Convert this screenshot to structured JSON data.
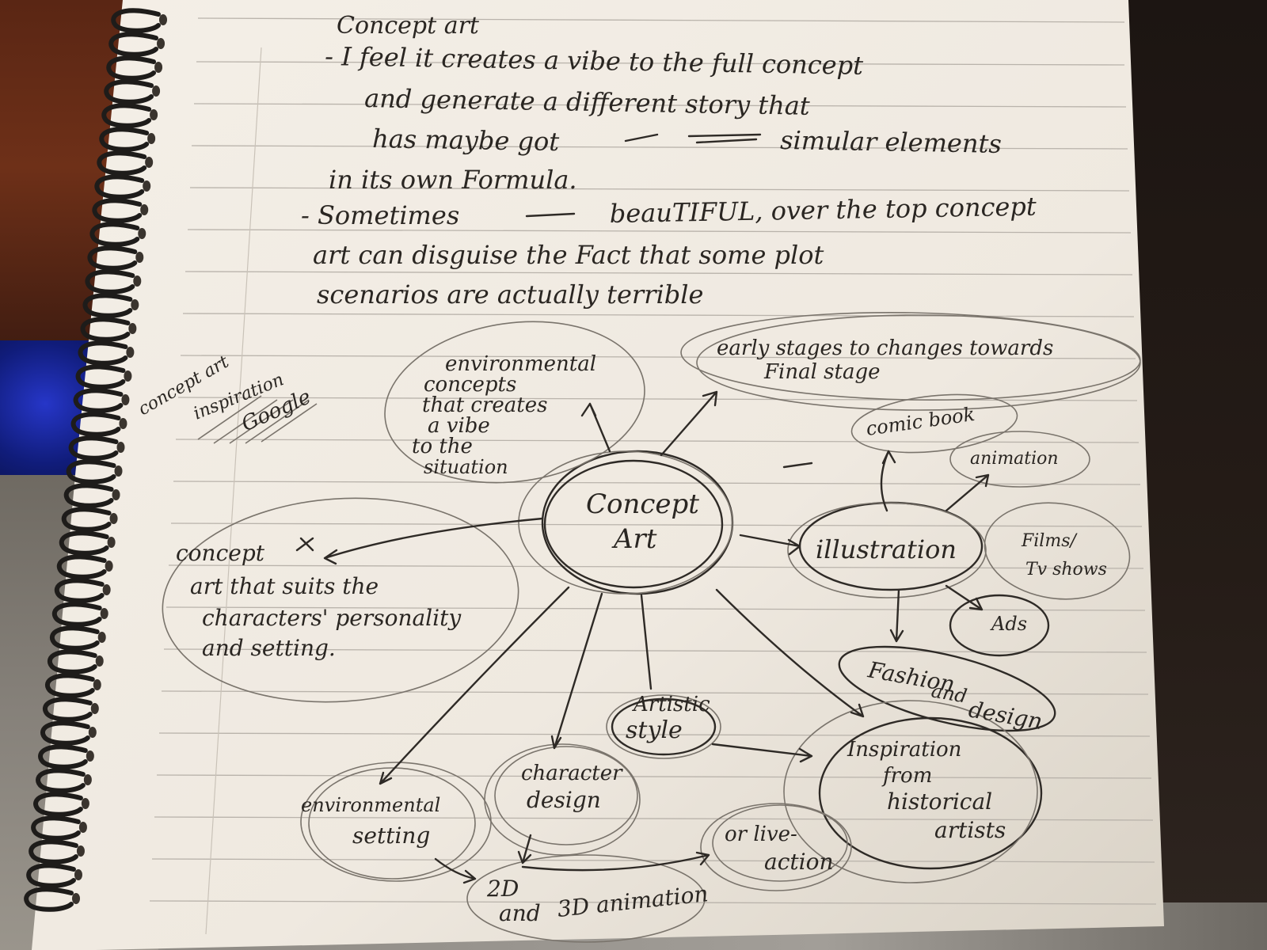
{
  "photo": {
    "subject": "spiral notebook page"
  },
  "notes": {
    "heading": "Concept art",
    "bullet1_line1": "- I feel it creates a vibe to the full concept",
    "bullet1_line2": "and generate a different story that",
    "bullet1_line3_a": "has maybe got",
    "bullet1_line3_b": "simular elements",
    "bullet1_line4": "in its own Formula.",
    "bullet2_line1_a": "- Sometimes",
    "bullet2_line1_b": "beauTIFUL, over the top concept",
    "bullet2_line2": "art can disguise the Fact that some plot",
    "bullet2_line3": "scenarios are actually terrible"
  },
  "mindmap": {
    "center": "Concept Art",
    "env_concepts": [
      "environmental",
      "concepts",
      "that creates",
      "a vibe",
      "to the",
      "situation"
    ],
    "early_stages": [
      "early stages to changes towards",
      "Final stage"
    ],
    "inspiration_note": [
      "concept art",
      "inspiration",
      "Google"
    ],
    "illustration": "illustration",
    "comic_book": "comic book",
    "animation": "animation",
    "films_tv": [
      "Films/",
      "Tv shows"
    ],
    "ads": "Ads",
    "fashion": [
      "Fashion",
      "and",
      "design"
    ],
    "character_concept": [
      "concept",
      "art that suits the",
      "characters' personality",
      "and setting."
    ],
    "artistic_style": [
      "Artistic",
      "style"
    ],
    "historical": [
      "Inspiration",
      "from",
      "historical",
      "artists"
    ],
    "env_setting": [
      "environmental",
      "setting"
    ],
    "character_design": [
      "character",
      "design"
    ],
    "live_action": [
      "or live-",
      "action"
    ],
    "animation_2d3d": [
      "2D",
      "and",
      "3D animation"
    ]
  },
  "colors": {
    "paper": "#f3eee6",
    "ink": "#2a2622",
    "rule": "#b9b3ab",
    "spiral": "#1e1c1a"
  }
}
